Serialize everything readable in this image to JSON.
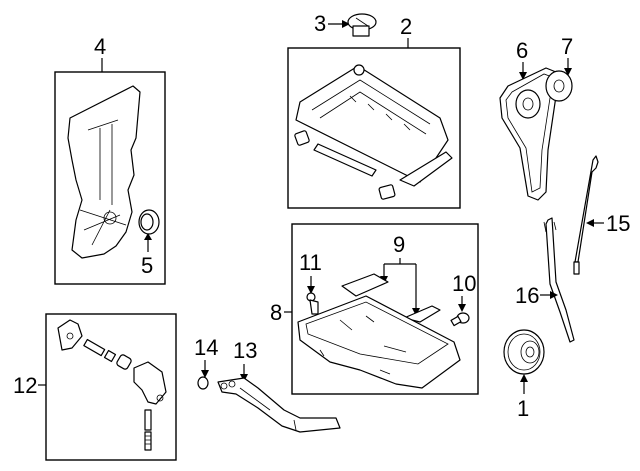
{
  "diagram": {
    "type": "exploded-parts-diagram",
    "subject": "Engine parts (covers, oil pan, timing, oil pump)",
    "callouts": [
      {
        "number": "1",
        "part": "crankshaft-pulley"
      },
      {
        "number": "2",
        "part": "valve-cover-assembly"
      },
      {
        "number": "3",
        "part": "oil-filler-cap"
      },
      {
        "number": "4",
        "part": "timing-cover-assembly"
      },
      {
        "number": "5",
        "part": "front-crank-seal"
      },
      {
        "number": "6",
        "part": "timing-chain"
      },
      {
        "number": "7",
        "part": "timing-sprocket"
      },
      {
        "number": "8",
        "part": "oil-pan-assembly"
      },
      {
        "number": "9",
        "part": "oil-pan-baffle"
      },
      {
        "number": "10",
        "part": "drain-plug"
      },
      {
        "number": "11",
        "part": "oil-sensor"
      },
      {
        "number": "12",
        "part": "oil-pump-assembly"
      },
      {
        "number": "13",
        "part": "oil-pickup-tube"
      },
      {
        "number": "14",
        "part": "pickup-o-ring"
      },
      {
        "number": "15",
        "part": "dipstick"
      },
      {
        "number": "16",
        "part": "dipstick-tube"
      }
    ]
  }
}
